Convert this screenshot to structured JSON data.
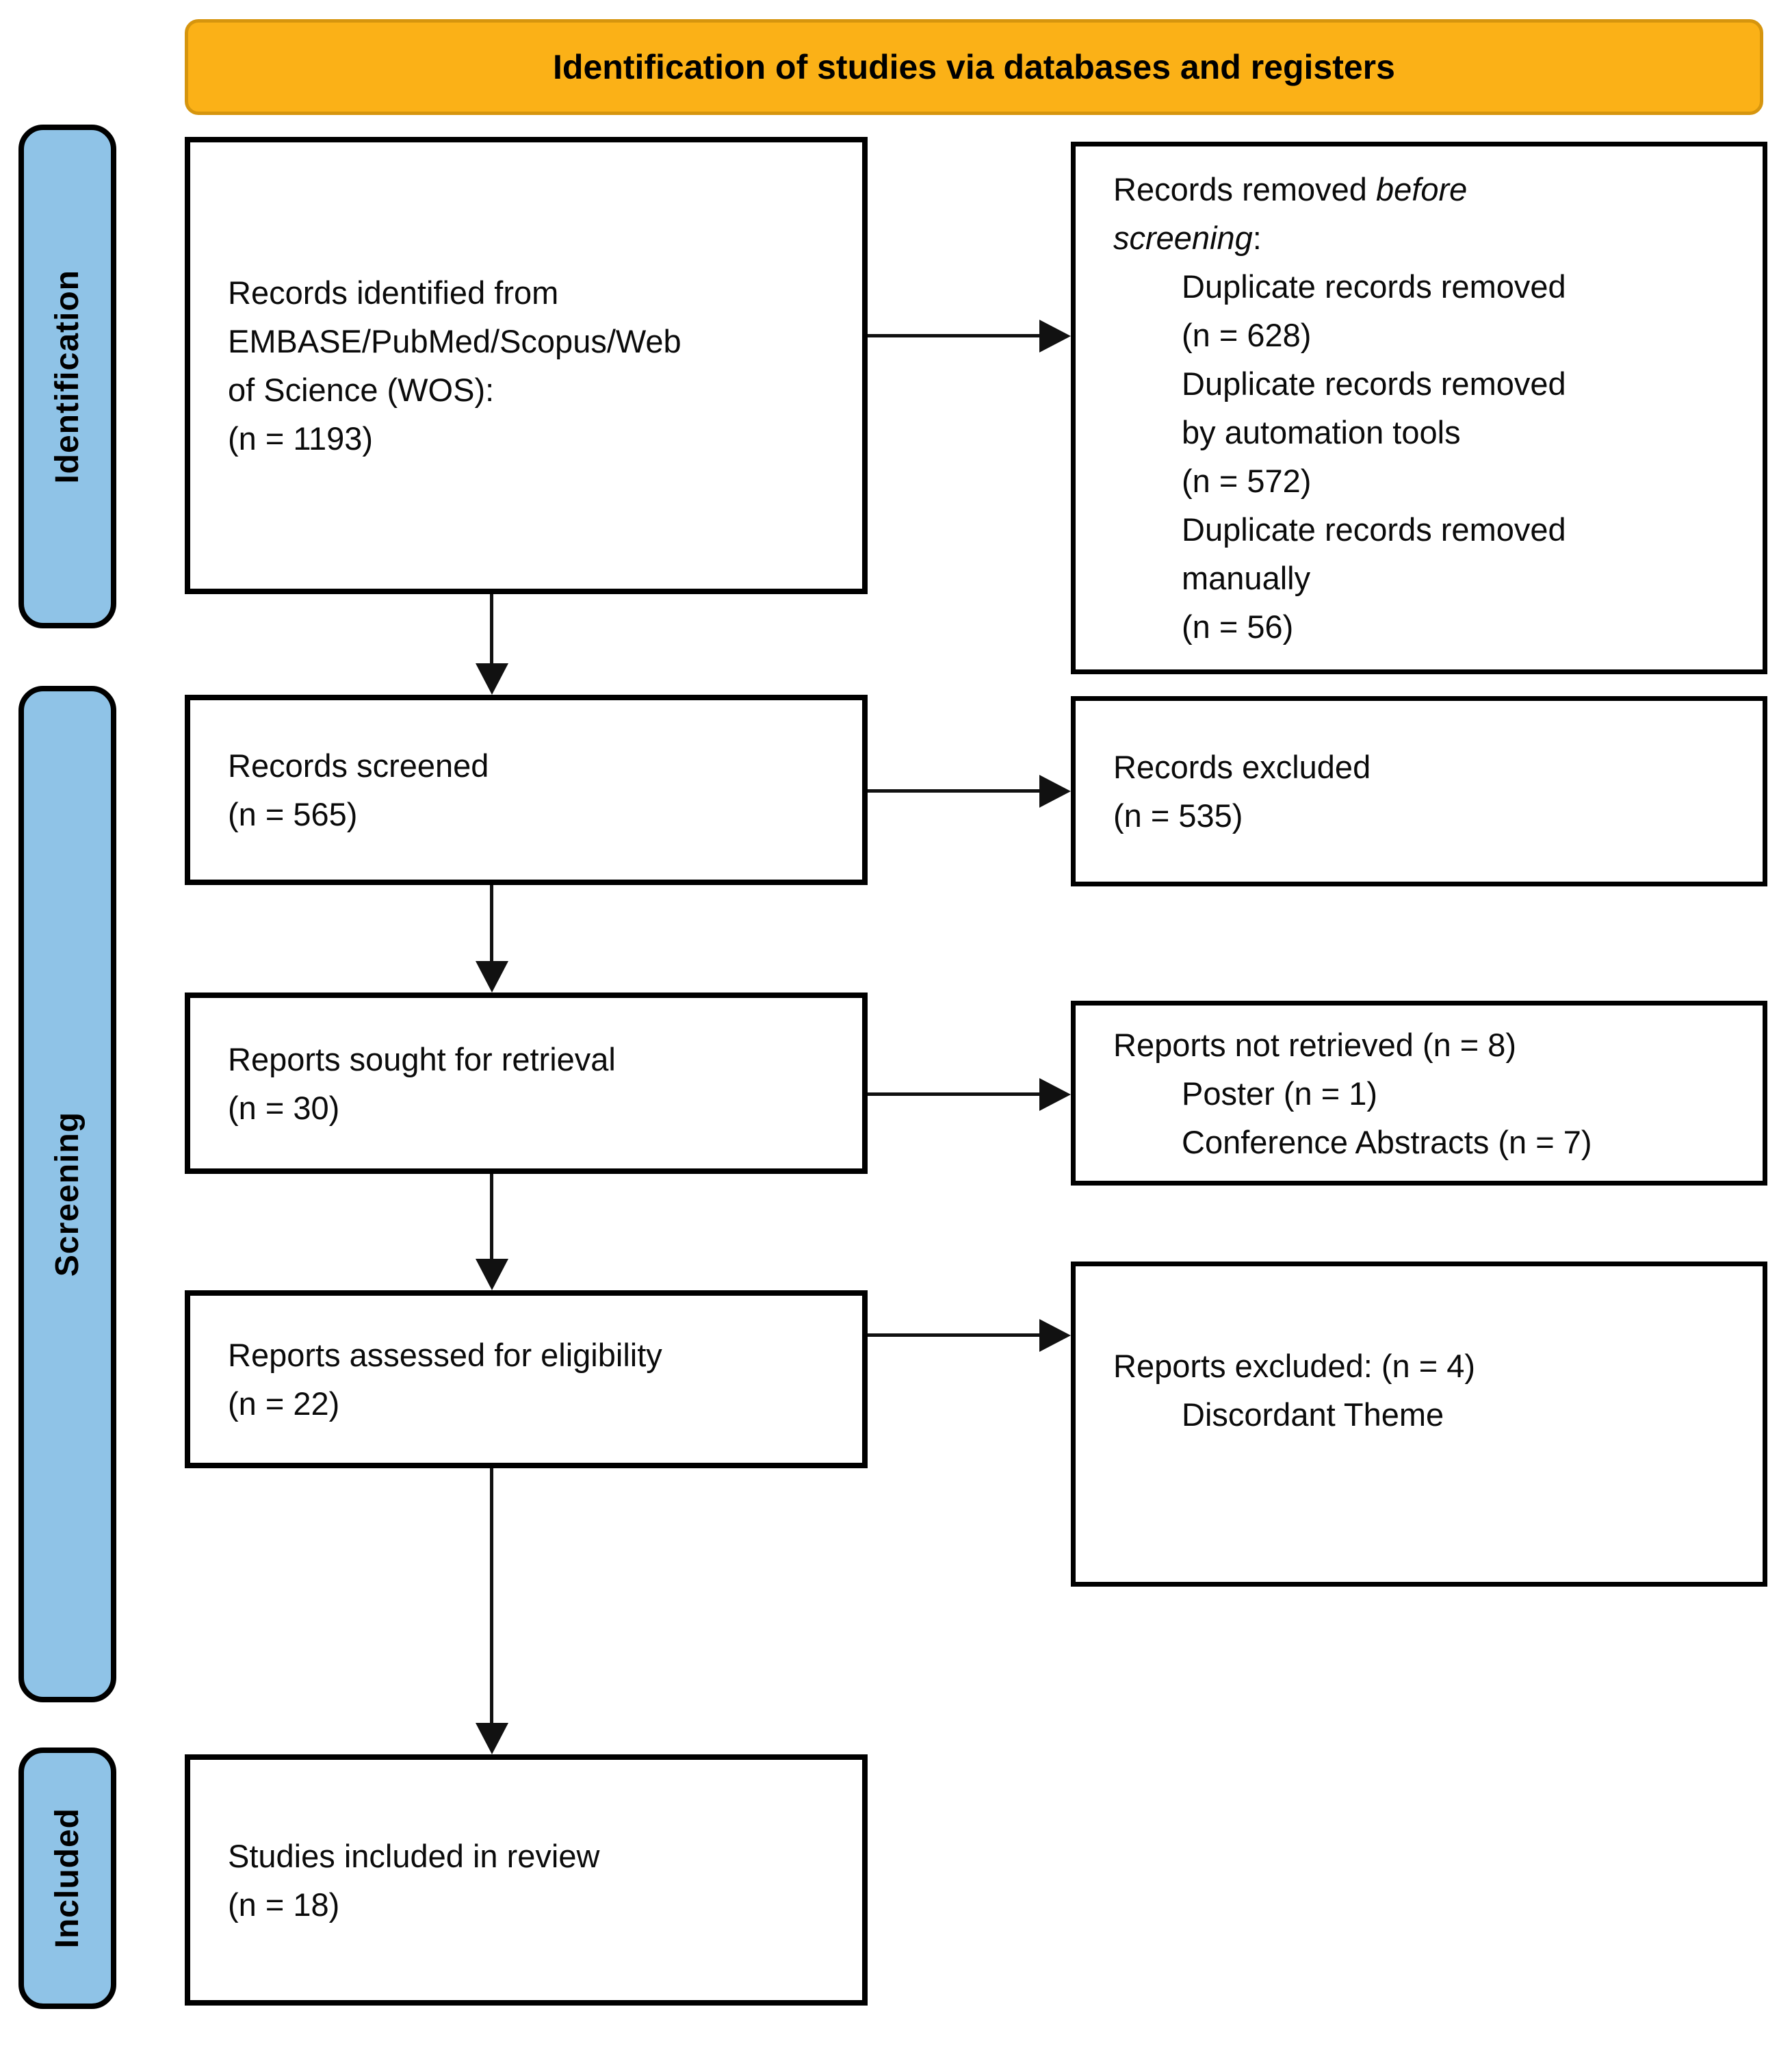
{
  "title": "Identification of studies via databases and registers",
  "sidebar": {
    "identification": "Identification",
    "screening": "Screening",
    "included": "Included"
  },
  "flow": {
    "identified": {
      "lines": [
        "Records identified from",
        "EMBASE/PubMed/Scopus/Web",
        "of Science (WOS):",
        "(n = 1193)"
      ]
    },
    "screened": {
      "lines": [
        "Records screened",
        "(n = 565)"
      ]
    },
    "sought": {
      "lines": [
        "Reports sought for retrieval",
        "(n = 30)"
      ]
    },
    "assessed": {
      "lines": [
        "Reports assessed for eligibility",
        "(n = 22)"
      ]
    },
    "included_studies": {
      "lines": [
        "Studies included in review",
        "(n = 18)"
      ]
    }
  },
  "side": {
    "removed_before": {
      "title": {
        "pre": "Records removed ",
        "italic1": "before",
        "italic2": "screening",
        "post": ":"
      },
      "items": [
        {
          "lines": [
            "Duplicate records removed",
            "(n = 628)"
          ]
        },
        {
          "lines": [
            "Duplicate records removed",
            "by automation tools",
            "(n = 572)"
          ]
        },
        {
          "lines": [
            "Duplicate records removed",
            "manually",
            "(n = 56)"
          ]
        }
      ]
    },
    "records_excluded": {
      "lines": [
        "Records excluded",
        "(n = 535)"
      ]
    },
    "not_retrieved": {
      "title": "Reports not retrieved (n = 8)",
      "items": [
        "Poster (n = 1)",
        "Conference Abstracts (n = 7)"
      ]
    },
    "reports_excluded": {
      "title": "Reports excluded: (n = 4)",
      "items": [
        "Discordant Theme"
      ]
    }
  },
  "colors": {
    "header_fill": "#FBB117",
    "header_border": "#D6950E",
    "sidebar_fill": "#8FC3E7",
    "box_border": "#000000"
  }
}
